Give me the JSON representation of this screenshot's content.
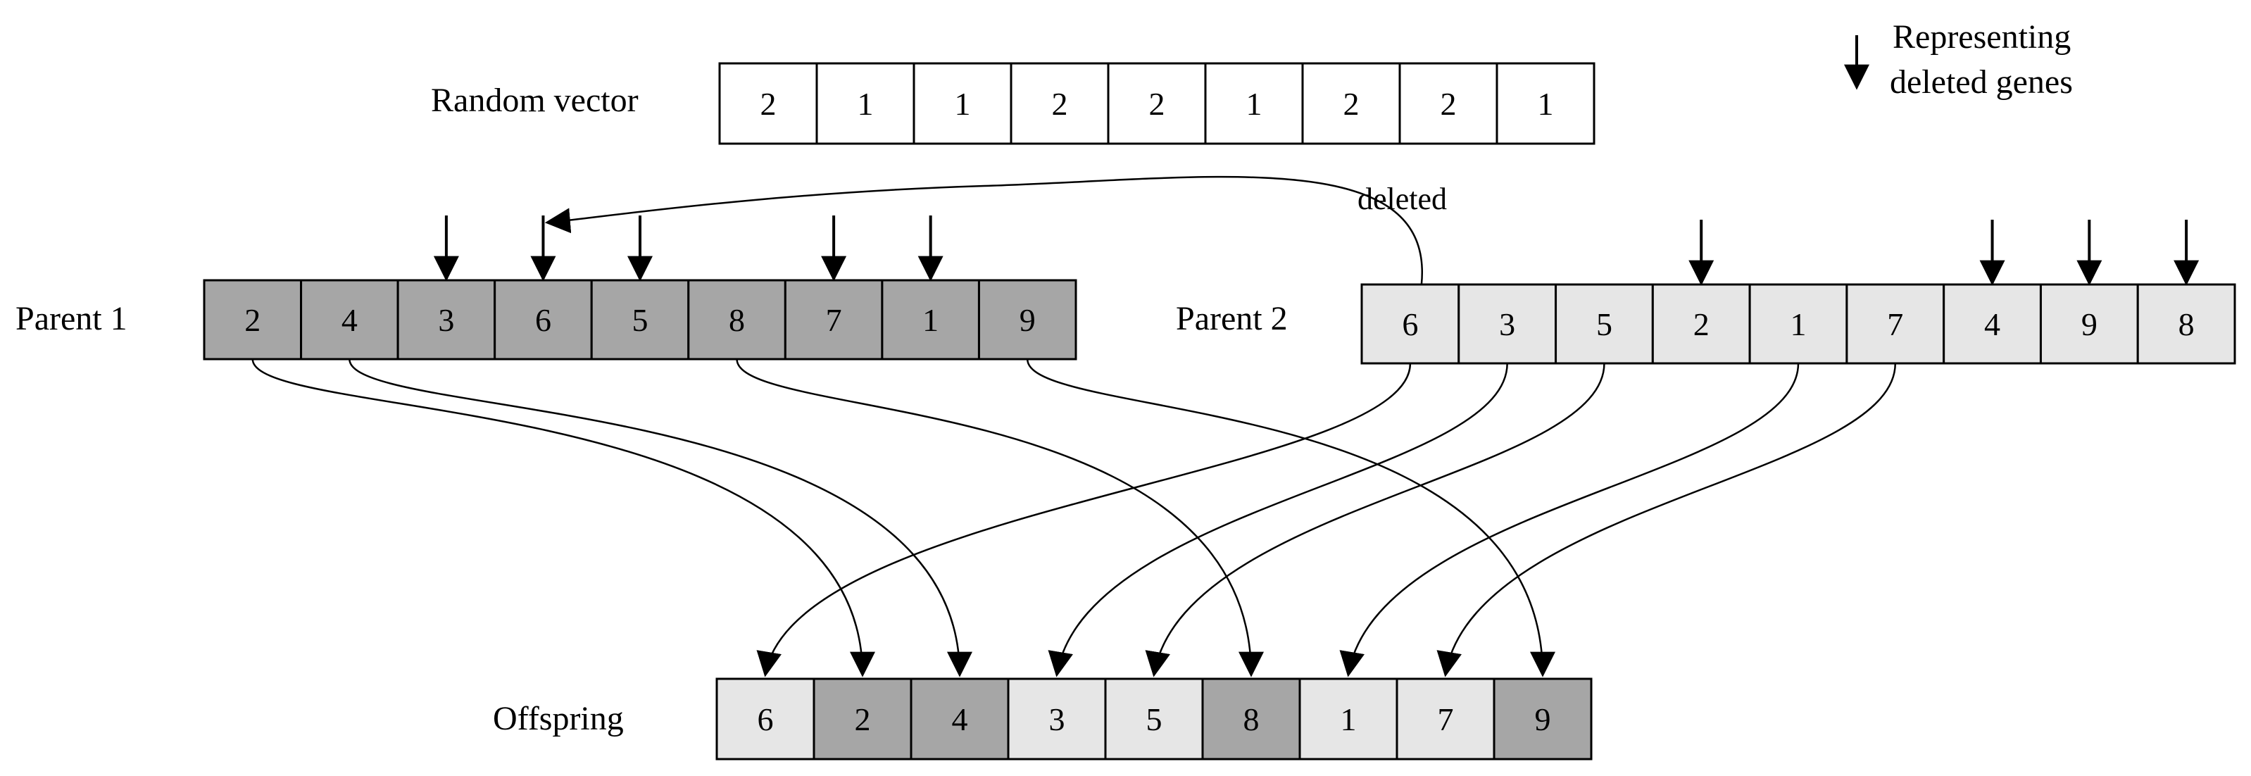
{
  "labels": {
    "random_vector": "Random vector",
    "parent1": "Parent 1",
    "parent2": "Parent 2",
    "offspring": "Offspring",
    "deleted": "deleted",
    "legend_line1": "Representing",
    "legend_line2": "deleted genes"
  },
  "random_vector": [
    "2",
    "1",
    "1",
    "2",
    "2",
    "1",
    "2",
    "2",
    "1"
  ],
  "parent1": [
    "2",
    "4",
    "3",
    "6",
    "5",
    "8",
    "7",
    "1",
    "9"
  ],
  "parent2": [
    "6",
    "3",
    "5",
    "2",
    "1",
    "7",
    "4",
    "9",
    "8"
  ],
  "offspring": [
    "6",
    "2",
    "4",
    "3",
    "5",
    "8",
    "1",
    "7",
    "9"
  ],
  "offspring_source": [
    "parent2",
    "parent1",
    "parent1",
    "parent2",
    "parent2",
    "parent1",
    "parent2",
    "parent2",
    "parent1"
  ],
  "parent1_deleted_genes": [
    "3",
    "6",
    "5",
    "7",
    "1"
  ],
  "parent2_deleted_genes": [
    "2",
    "4",
    "9",
    "8"
  ],
  "colors": {
    "parent1_fill": "#a6a6a6",
    "parent2_fill": "#e6e6e6",
    "random_fill": "#ffffff",
    "stroke": "#000000"
  }
}
